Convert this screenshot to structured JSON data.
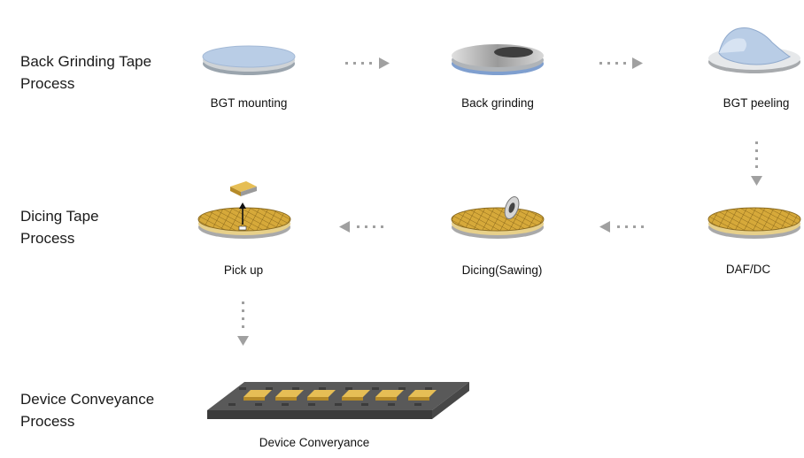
{
  "rows": {
    "bgt": {
      "line1": "Back Grinding Tape",
      "line2": "Process"
    },
    "dicing": {
      "line1": "Dicing Tape",
      "line2": "Process"
    },
    "conveyance": {
      "line1": "Device Conveyance",
      "line2": "Process"
    }
  },
  "steps": {
    "bgt_mounting": "BGT mounting",
    "back_grinding": "Back grinding",
    "bgt_peeling": "BGT peeling",
    "daf_dc": "DAF/DC",
    "dicing_sawing": "Dicing(Sawing)",
    "pick_up": "Pick up",
    "device_conveyance": "Device Converyance"
  },
  "colors": {
    "tape_blue": "#b9cde6",
    "wafer_gray": "#c8c8c8",
    "die_gold": "#d6a93a",
    "arrow_gray": "#9e9e9e",
    "tray_dark": "#4a4a4a"
  }
}
